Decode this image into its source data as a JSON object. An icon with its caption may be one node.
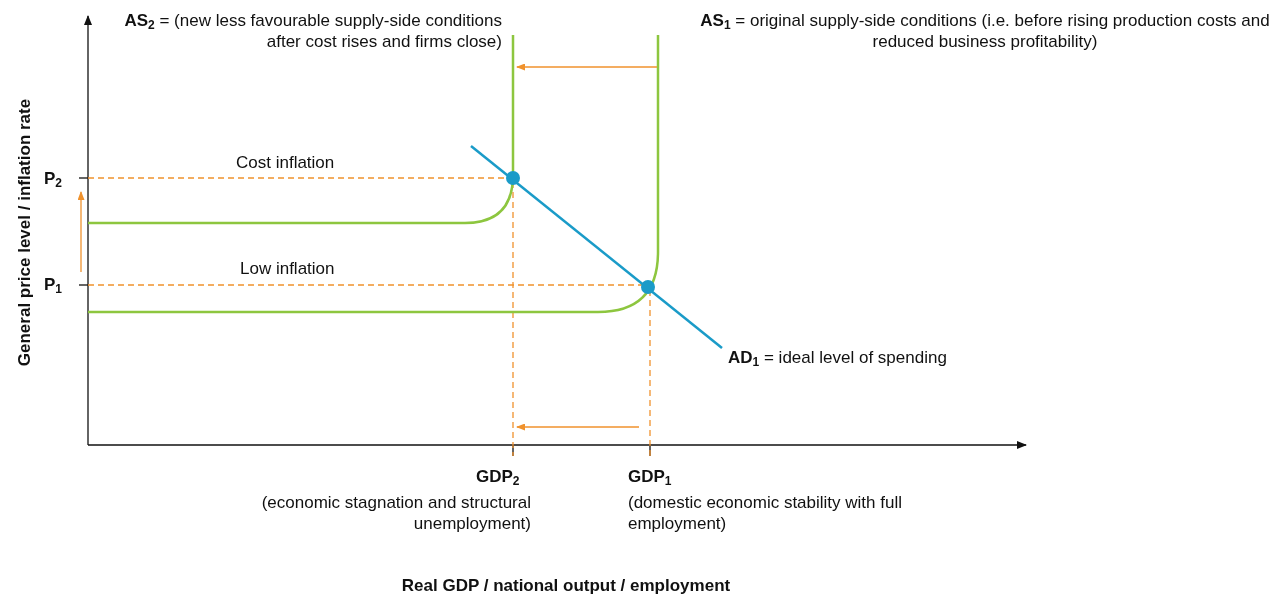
{
  "diagram": {
    "labels": [
      "General price level / inflation rate",
      "**AS**$_{2}$ = (new less favourable supply-side conditions after cost rises and firms close)",
      "**AS**$_{1}$ = original supply-side conditions (i.e. before rising production costs and reduced business profitability)",
      "Cost inflation",
      "P$_{2}$",
      "Low inflation",
      "P$_{1}$",
      "**AD**$_{1}$ = ideal level of spending",
      "GDP$_{2}$",
      "(economic stagnation and structural unemployment)",
      "GDP$_{1}$",
      "(domestic economic stability with full employment)",
      "Real GDP / national output / employment"
    ]
  }
}
